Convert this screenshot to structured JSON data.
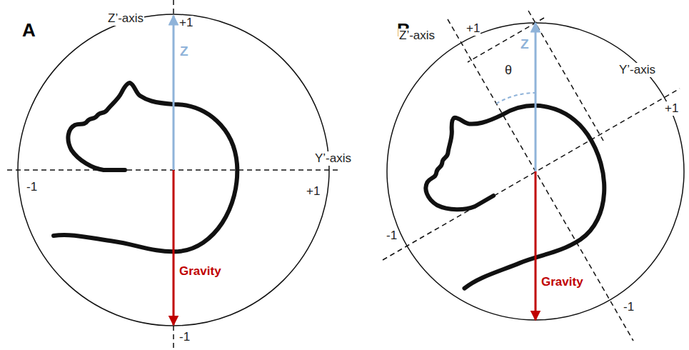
{
  "diagram": {
    "labels": [
      "A",
      "Z’-axis",
      "+1",
      "Z",
      "Y’-axis",
      "-1",
      "+1",
      "Gravity",
      "-1",
      "B",
      "Z’-axis",
      "+1",
      "Z",
      "θ",
      "Y’-axis",
      "+1",
      "-1",
      "Gravity",
      "-1"
    ]
  }
}
